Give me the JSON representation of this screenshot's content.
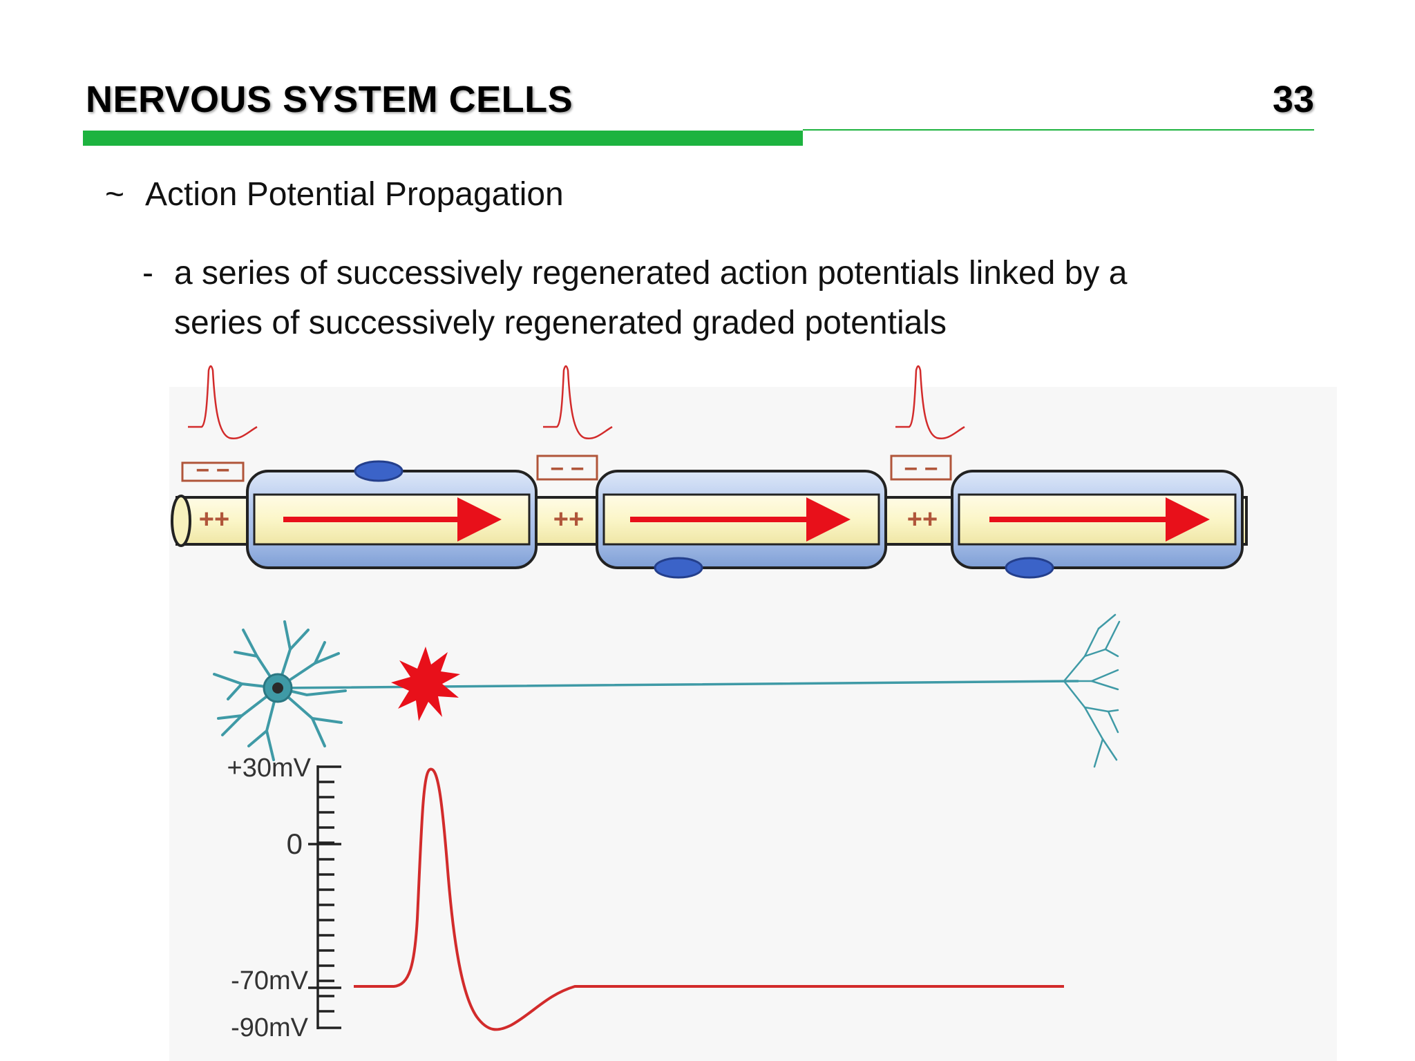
{
  "slide": {
    "title": "NERVOUS SYSTEM CELLS",
    "number": "33"
  },
  "content": {
    "bullet_marker": "~",
    "heading": "Action Potential Propagation",
    "sub_marker": "-",
    "sub_text": "a series of successively regenerated action potentials linked by a series of successively regenerated graded potentials"
  },
  "figure": {
    "axon_labels": {
      "negative": "− −",
      "positive": "++"
    },
    "voltage_axis": {
      "tick_labels": [
        "+30mV",
        "0",
        "-70mV",
        "-90mV"
      ]
    },
    "colors": {
      "accent_green": "#1db33f",
      "signal_red": "#e8101a",
      "trace_red": "#d22b2b",
      "neuron_teal": "#3f9aa6",
      "myelin_blue": "#9fb8e4",
      "axon_yellow": "#fbf8d2",
      "charge_brown": "#b0553a"
    }
  }
}
